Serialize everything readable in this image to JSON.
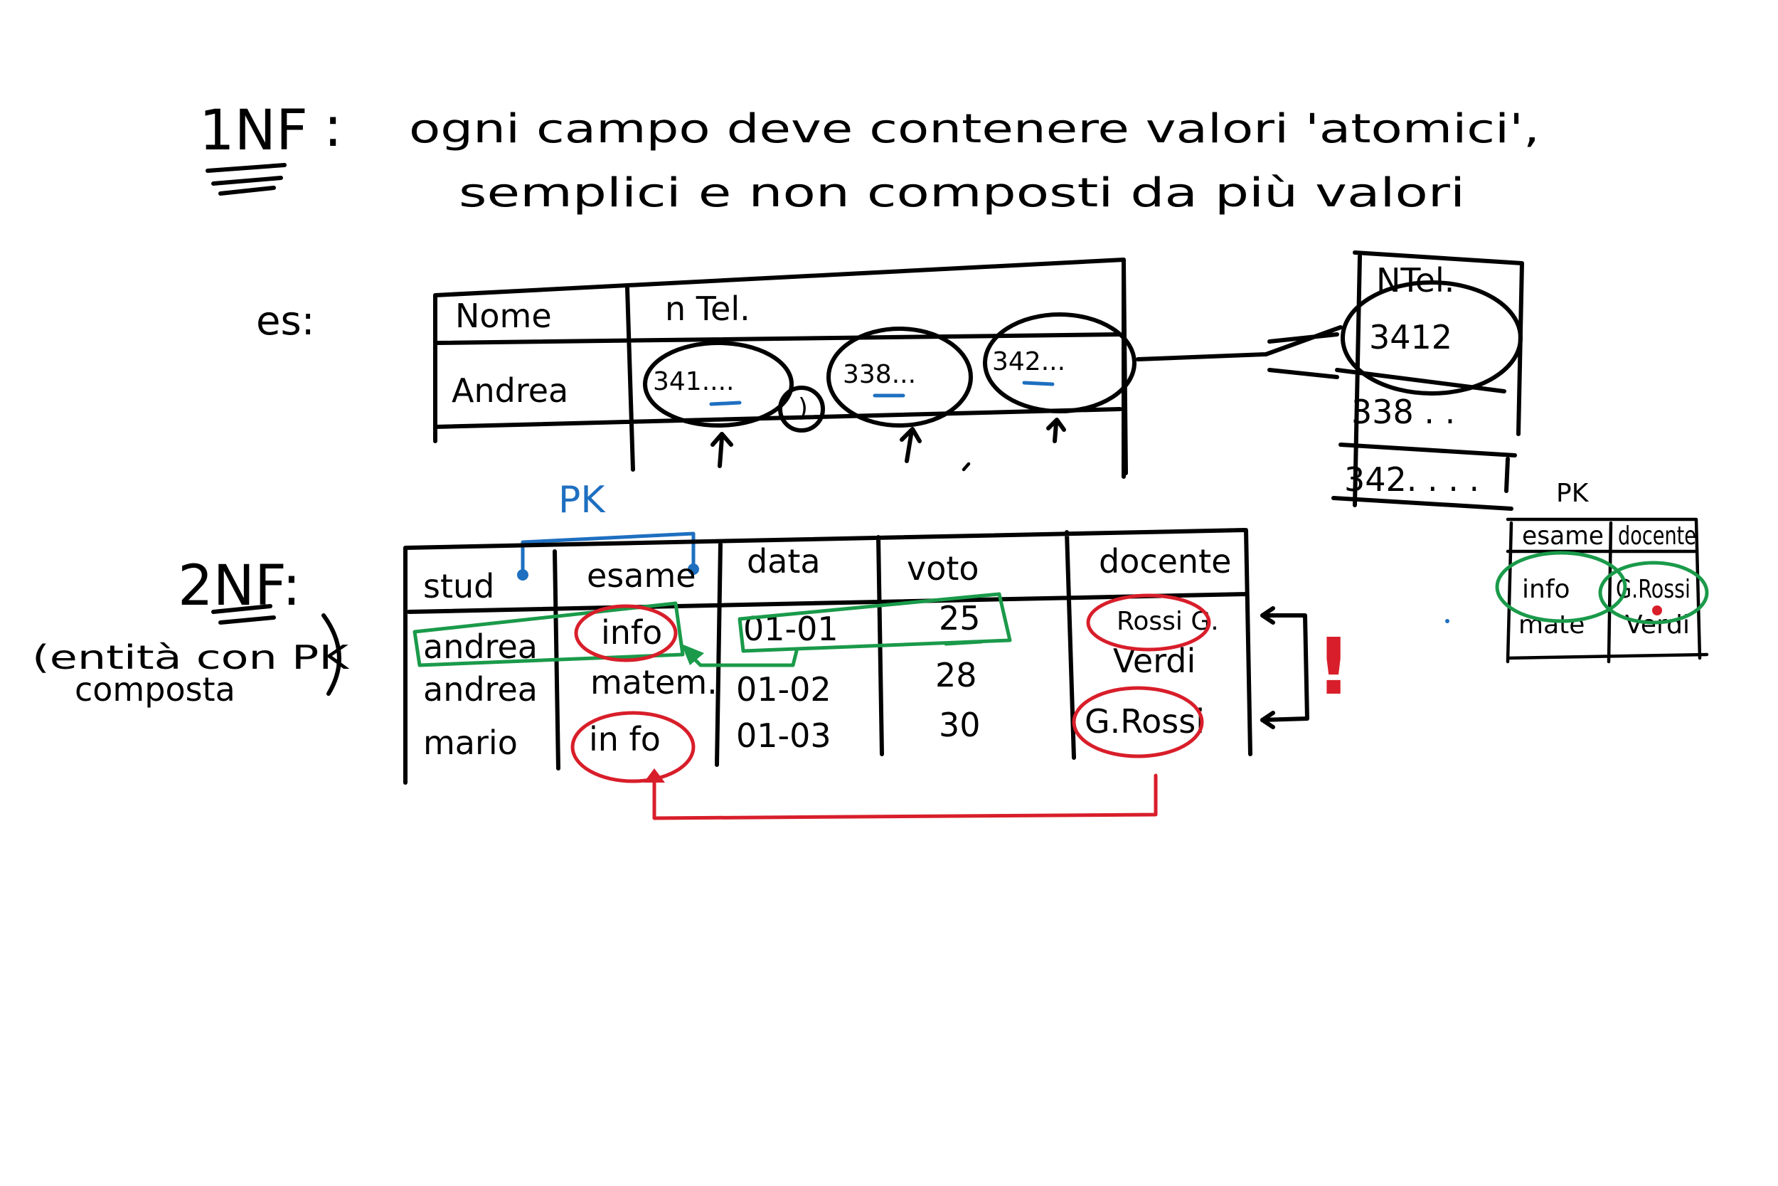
{
  "colors": {
    "ink": "#000000",
    "red": "#d81e2a",
    "green": "#1a9a4a",
    "blue": "#1e6fc0"
  },
  "nf1": {
    "label": "1NF",
    "colon": ":",
    "line1": "ogni campo deve contenere valori 'atomici',",
    "line2": "semplici e non composti da più valori"
  },
  "example": {
    "label": "es:",
    "table": {
      "headers": [
        "Nome",
        "n Tel."
      ],
      "name": "Andrea",
      "phones": [
        "341....",
        "338...",
        "342..."
      ]
    },
    "side_table": {
      "header": "NTel.",
      "rows": [
        "3412",
        "338 . .",
        "342. . . ."
      ]
    }
  },
  "nf2": {
    "label": "2NF:",
    "note_line1": "(entità con  PK",
    "note_line2": "composta",
    "pk_label": "PK",
    "headers": [
      "stud",
      "esame",
      "data",
      "voto",
      "docente"
    ],
    "rows": [
      [
        "andrea",
        "info",
        "01-01",
        "25",
        "Rossi G."
      ],
      [
        "andrea",
        "matem.",
        "01-02",
        "28",
        "Verdi"
      ],
      [
        "mario",
        "in fo",
        "01-03",
        "30",
        "G.Rossi"
      ]
    ],
    "warning": "!",
    "side_pk_label": "PK",
    "side_table": {
      "headers": [
        "esame",
        "docente"
      ],
      "rows": [
        [
          "info",
          "G.Rossi"
        ],
        [
          "mate",
          "Verdi"
        ]
      ]
    }
  }
}
